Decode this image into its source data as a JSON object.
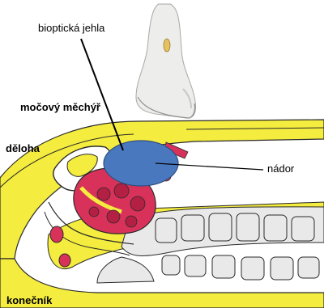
{
  "labels": {
    "needle": "bioptická jehla",
    "bladder": "močový měchýř",
    "uterus": "děloha",
    "tumor": "nádor",
    "rectum": "konečník"
  },
  "colors": {
    "skin_fat": "#f4ec3e",
    "tumor": "#4a78be",
    "tumor_outline": "#2f4e82",
    "uterus": "#d8325a",
    "follicle": "#b42044",
    "bone": "#e9e9e9",
    "probe": "#ededeb",
    "probe_window": "#e6c163",
    "outline": "#2a2a2a"
  },
  "icons": {
    "probe": "ultrasound-probe-icon"
  }
}
